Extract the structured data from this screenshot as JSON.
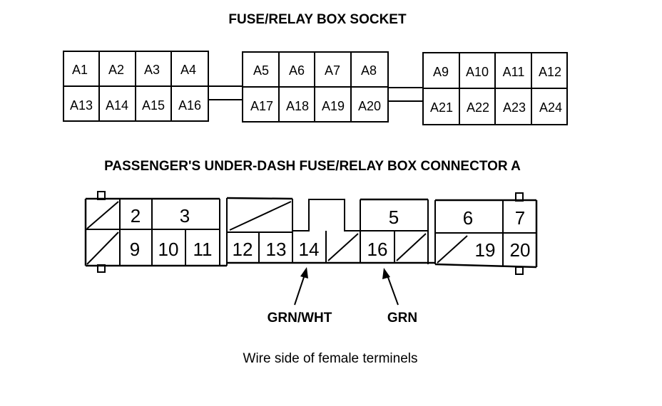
{
  "socket": {
    "title": "FUSE/RELAY BOX SOCKET",
    "block1": {
      "top": [
        "A1",
        "A2",
        "A3",
        "A4"
      ],
      "bottom": [
        "A13",
        "A14",
        "A15",
        "A16"
      ]
    },
    "block2": {
      "top": [
        "A5",
        "A6",
        "A7",
        "A8"
      ],
      "bottom": [
        "A17",
        "A18",
        "A19",
        "A20"
      ]
    },
    "block3": {
      "top": [
        "A9",
        "A10",
        "A11",
        "A12"
      ],
      "bottom": [
        "A21",
        "A22",
        "A23",
        "A24"
      ]
    }
  },
  "connector": {
    "title": "PASSENGER'S UNDER-DASH FUSE/RELAY BOX CONNECTOR A",
    "terminals": {
      "t2": "2",
      "t3": "3",
      "t5": "5",
      "t6": "6",
      "t7": "7",
      "t9": "9",
      "t10": "10",
      "t11": "11",
      "t12": "12",
      "t13": "13",
      "t14": "14",
      "t16": "16",
      "t19": "19",
      "t20": "20"
    },
    "wires": {
      "w14": "GRN/WHT",
      "w16": "GRN"
    },
    "caption": "Wire side of female terminels"
  }
}
